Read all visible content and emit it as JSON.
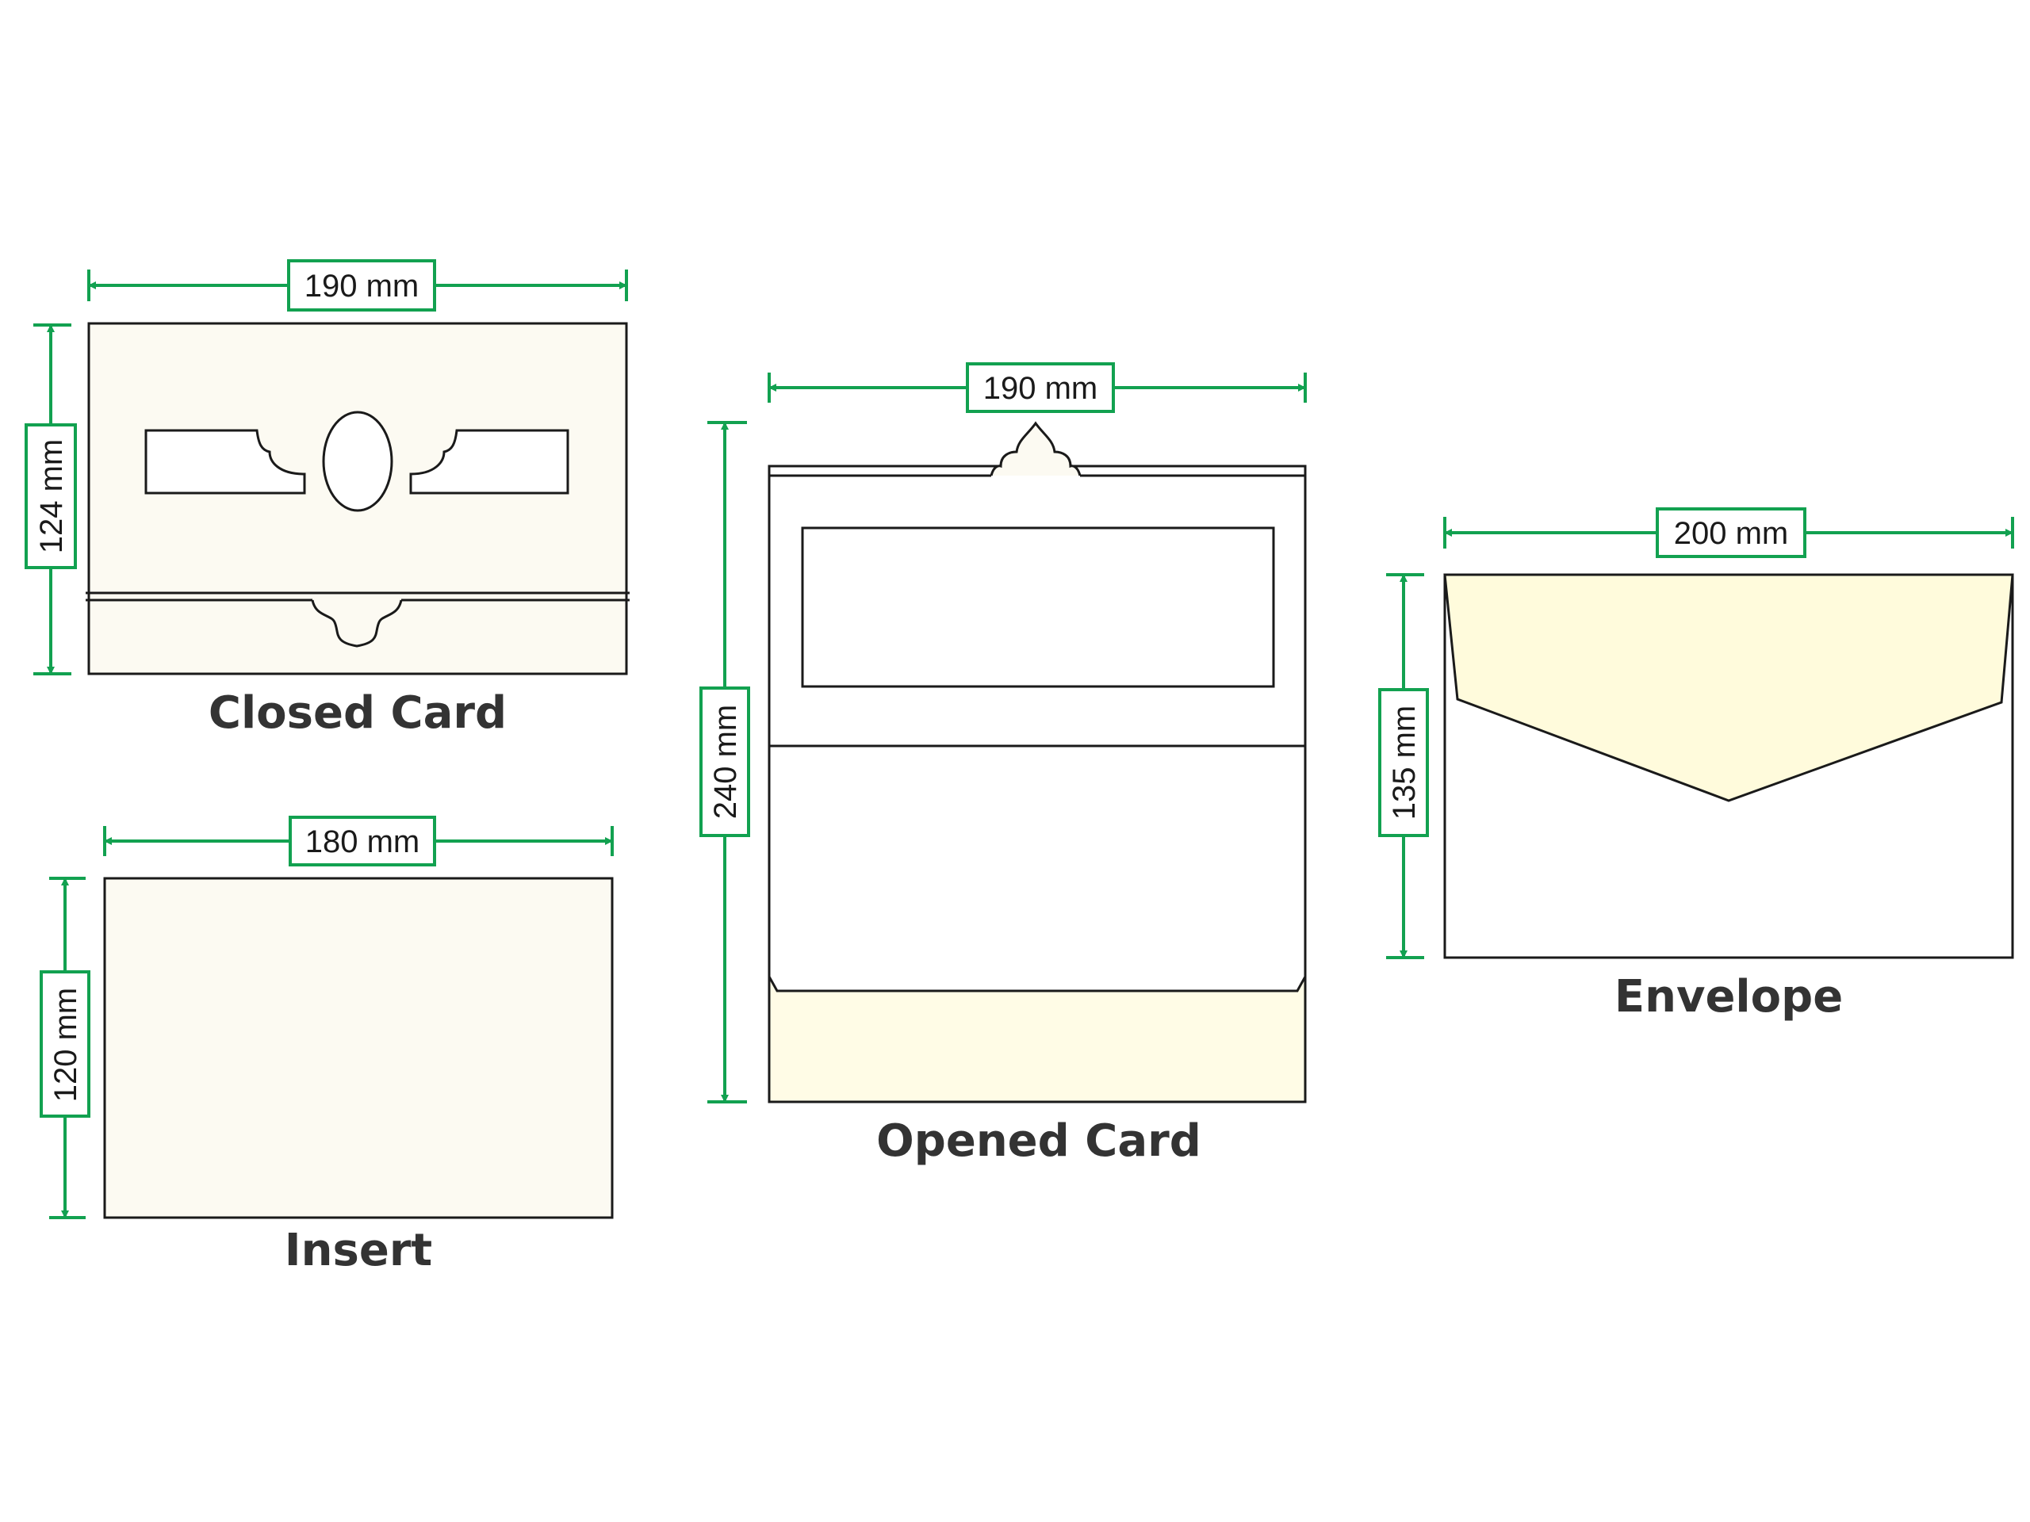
{
  "colors": {
    "dimension_line": "#12a150",
    "outline": "#1a1a1a",
    "card_fill": "#fcfaf2",
    "cream_fill": "#fffce6",
    "envelope_flap": "#fffbdc",
    "caption": "#333333"
  },
  "closed_card": {
    "caption": "Closed Card",
    "width_label": "190 mm",
    "height_label": "124 mm"
  },
  "insert": {
    "caption": "Insert",
    "width_label": "180 mm",
    "height_label": "120 mm"
  },
  "opened_card": {
    "caption": "Opened Card",
    "width_label": "190 mm",
    "height_label": "240 mm"
  },
  "envelope": {
    "caption": "Envelope",
    "width_label": "200 mm",
    "height_label": "135 mm"
  }
}
